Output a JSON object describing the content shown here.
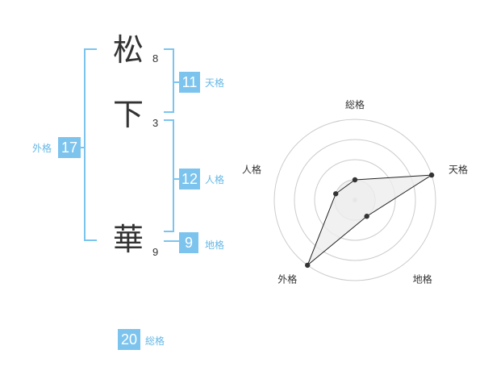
{
  "name_chars": [
    {
      "char": "松",
      "strokes": "8"
    },
    {
      "char": "下",
      "strokes": "3"
    },
    {
      "char": "華",
      "strokes": "9"
    }
  ],
  "kakusu": {
    "tenkaku": {
      "value": "11",
      "label": "天格"
    },
    "jinkaku": {
      "value": "12",
      "label": "人格"
    },
    "chikaku": {
      "value": "9",
      "label": "地格"
    },
    "gaikaku": {
      "value": "17",
      "label": "外格"
    },
    "soukaku": {
      "value": "20",
      "label": "総格"
    }
  },
  "colors": {
    "accent": "#7cc4ee",
    "accent_text": "#66b8e6",
    "text": "#333333",
    "ring": "#cccccc",
    "polygon_fill": "#eeeeee"
  },
  "chart_data": {
    "type": "radar",
    "title": "",
    "categories": [
      "総格",
      "天格",
      "地格",
      "外格",
      "人格"
    ],
    "rings": 4,
    "max": 4,
    "series": [
      {
        "values": [
          1,
          4,
          1,
          4,
          1
        ]
      }
    ]
  }
}
